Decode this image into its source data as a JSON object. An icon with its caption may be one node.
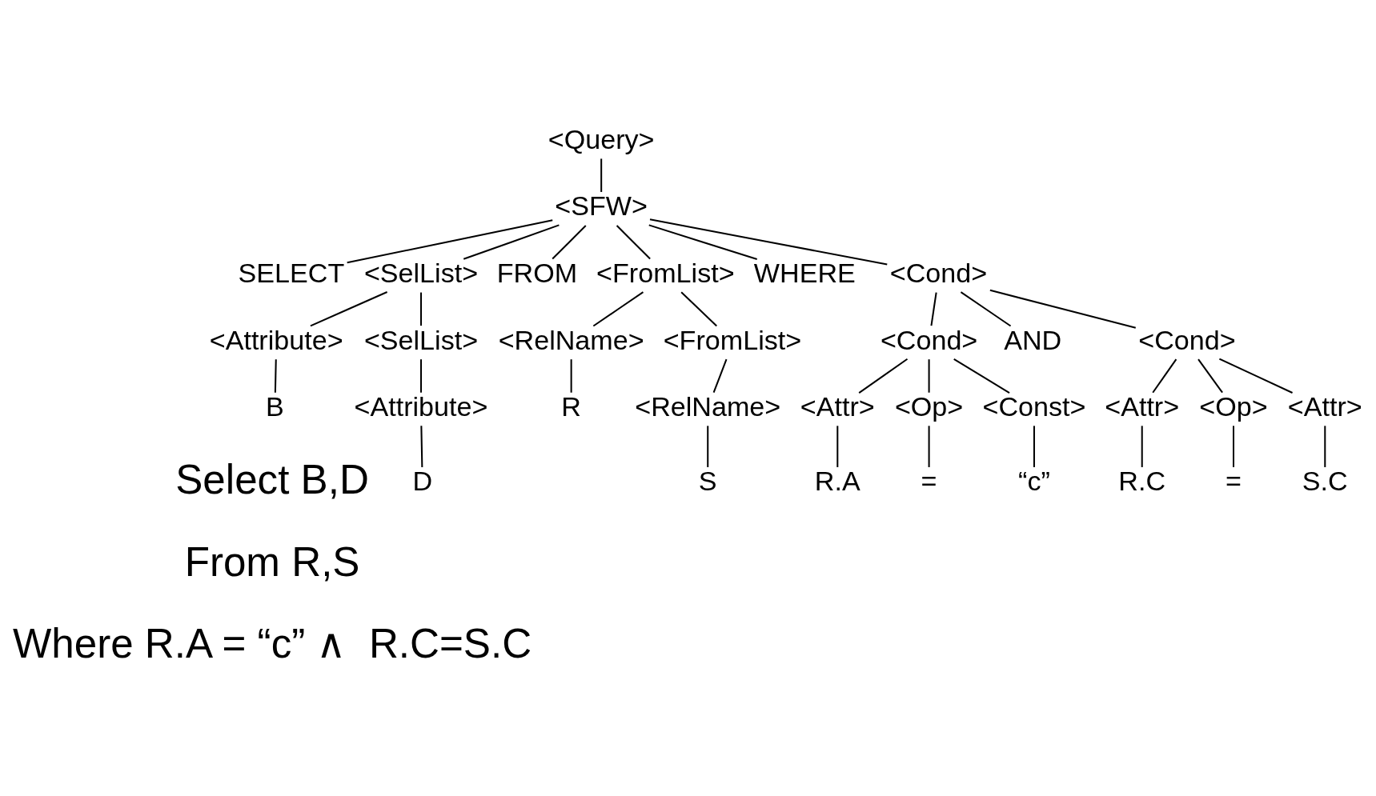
{
  "diagram": {
    "nodes": [
      {
        "text": [
          "<Query>"
        ]
      },
      {
        "text": [
          "<SFW>"
        ]
      },
      {
        "text": [
          "SELECT"
        ]
      },
      {
        "text": [
          "<SelList>"
        ]
      },
      {
        "text": [
          "FROM"
        ]
      },
      {
        "text": [
          "<FromList>"
        ]
      },
      {
        "text": [
          "WHERE"
        ]
      },
      {
        "text": [
          "<Cond>"
        ]
      },
      {
        "text": [
          "<Attribute>"
        ]
      },
      {
        "text": [
          "<SelList>"
        ]
      },
      {
        "text": [
          "<RelName>"
        ]
      },
      {
        "text": [
          "<FromList>"
        ]
      },
      {
        "text": [
          "<Cond>"
        ]
      },
      {
        "text": [
          "AND"
        ]
      },
      {
        "text": [
          "<Cond>"
        ]
      },
      {
        "text": [
          "B"
        ]
      },
      {
        "text": [
          "<Attribute>"
        ]
      },
      {
        "text": [
          "R"
        ]
      },
      {
        "text": [
          "<RelName>"
        ]
      },
      {
        "text": [
          "D"
        ]
      },
      {
        "text": [
          "S"
        ]
      },
      {
        "text": [
          "<Attr>"
        ]
      },
      {
        "text": [
          "<Op>"
        ]
      },
      {
        "text": [
          "<Const>"
        ]
      },
      {
        "text": [
          "R.A"
        ]
      },
      {
        "text": [
          "="
        ]
      },
      {
        "text": [
          "“c”"
        ]
      },
      {
        "text": [
          "<Attr>"
        ]
      },
      {
        "text": [
          "<Op>"
        ]
      },
      {
        "text": [
          "<Attr>"
        ]
      },
      {
        "text": [
          "R.C"
        ]
      },
      {
        "text": [
          "="
        ]
      },
      {
        "text": [
          "S.C"
        ]
      }
    ],
    "edges": [
      {
        "from": 0,
        "to": 1,
        "arrow": "none"
      },
      {
        "from": 1,
        "to": 2,
        "arrow": "none"
      },
      {
        "from": 1,
        "to": 3,
        "arrow": "none"
      },
      {
        "from": 1,
        "to": 4,
        "arrow": "none"
      },
      {
        "from": 1,
        "to": 5,
        "arrow": "none"
      },
      {
        "from": 1,
        "to": 6,
        "arrow": "none"
      },
      {
        "from": 1,
        "to": 7,
        "arrow": "none"
      },
      {
        "from": 3,
        "to": 8,
        "arrow": "none"
      },
      {
        "from": 3,
        "to": 9,
        "arrow": "none"
      },
      {
        "from": 5,
        "to": 10,
        "arrow": "none"
      },
      {
        "from": 5,
        "to": 11,
        "arrow": "none"
      },
      {
        "from": 7,
        "to": 12,
        "arrow": "none"
      },
      {
        "from": 7,
        "to": 13,
        "arrow": "none"
      },
      {
        "from": 7,
        "to": 14,
        "arrow": "none"
      },
      {
        "from": 8,
        "to": 15,
        "arrow": "none"
      },
      {
        "from": 9,
        "to": 16,
        "arrow": "none"
      },
      {
        "from": 10,
        "to": 17,
        "arrow": "none"
      },
      {
        "from": 11,
        "to": 18,
        "arrow": "none"
      },
      {
        "from": 16,
        "to": 19,
        "arrow": "none"
      },
      {
        "from": 18,
        "to": 20,
        "arrow": "none"
      },
      {
        "from": 12,
        "to": 21,
        "arrow": "none"
      },
      {
        "from": 12,
        "to": 22,
        "arrow": "none"
      },
      {
        "from": 12,
        "to": 23,
        "arrow": "none"
      },
      {
        "from": 21,
        "to": 24,
        "arrow": "none"
      },
      {
        "from": 22,
        "to": 25,
        "arrow": "none"
      },
      {
        "from": 23,
        "to": 26,
        "arrow": "none"
      },
      {
        "from": 14,
        "to": 27,
        "arrow": "none"
      },
      {
        "from": 14,
        "to": 28,
        "arrow": "none"
      },
      {
        "from": 14,
        "to": 29,
        "arrow": "none"
      },
      {
        "from": 27,
        "to": 30,
        "arrow": "none"
      },
      {
        "from": 28,
        "to": 31,
        "arrow": "none"
      },
      {
        "from": 29,
        "to": 32,
        "arrow": "none"
      }
    ],
    "labels": [
      "Select B,D",
      "From R,S",
      "Where R.A = “c” ∧  R.C=S.C"
    ]
  }
}
